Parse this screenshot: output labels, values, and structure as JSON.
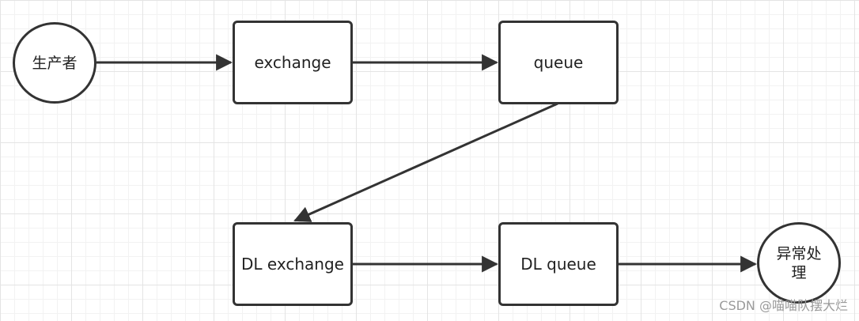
{
  "nodes": {
    "producer": "生产者",
    "exchange": "exchange",
    "queue": "queue",
    "dl_exchange": "DL exchange",
    "dl_queue": "DL queue",
    "exception_handler": "异常处理"
  },
  "watermark": "CSDN @喵喵队摆大烂",
  "colors": {
    "stroke": "#333333",
    "background": "#ffffff",
    "grid": "#e4e4e4"
  }
}
